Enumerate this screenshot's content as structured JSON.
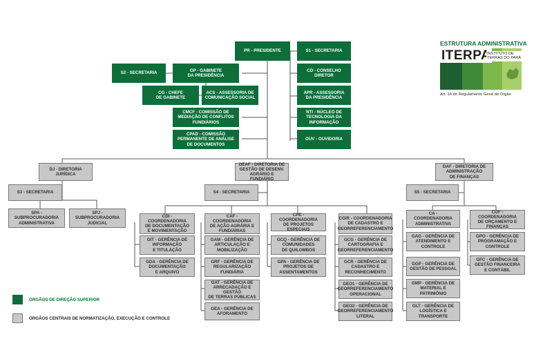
{
  "logo": {
    "title": "ESTRUTURA ADMINISTRATIVA",
    "name": "ITERPA",
    "subtitle": "INSTITUTO DE\nTERRAS DO PARÁ",
    "note": "Art. 16 do Regulamento Geral do Órgão"
  },
  "top": {
    "pr": "PR - PRESIDENTE",
    "s1": "S1 - SECRETARIA",
    "s2": "S2 - SECRETARIA",
    "gp": "GP - GABINETE\nDA PRESIDÊNCIA",
    "cd": "CD - CONSELHO\nDIRETOR",
    "cg": "CG - CHEFE\nDE GABINETE",
    "acs": "ACS - ASSESSORIA DE\nCOMUNICAÇÃO SOCIAL",
    "apr": "APR - ASSESSORIA\nDA PRESIDÊNCIA",
    "cmcf": "CMCF - COMISSÃO DE\nMEDIAÇÃO DE CONFLITOS\nFUNDIÁRIOS",
    "nti": "NTI - NÚCLEO DE\nTECNOLOGIA DA\nINFORMAÇÃO",
    "cpad": "CPAD - COMISSÃO\nPERMANENTE DE ANÁLISE\nDE DOCUMENTOS",
    "ouv": "OUV - OUVIDORIA"
  },
  "directorates": {
    "dj": "DJ - DIRETORIA\nJURÍDICA",
    "deaf": "DEAF - DIRETORIA DE\nGESTÃO DE DESENV.\nAGRÁRIO E FUNDIÁRIO",
    "daf": "DAF - DIRETORIA DE\nADMINISTRAÇÃO\nDE FINANÇAS",
    "s3": "S3 - SECRETARIA",
    "s4": "S4 - SECRETARIA",
    "s5": "S5 - SECRETARIA",
    "spa": "SPA - SUBPROCURADORIA\nADMINISTRATIVA",
    "spj": "SPJ - SUBPROCURADORIA\nJUDICIAL"
  },
  "deaf_units": {
    "cdi": "CDI - COORDENADORIA\nDE DOCUMENTAÇÃO\nE MOVIMENTAÇÃO",
    "git": "GIT - GERÊNCIA DE\nINFORMAÇÃO\nE TITULAÇÃO",
    "gda": "GDA - GERÊNCIA DE\nDOCUMENTAÇÃO\nE ARQUIVO",
    "caf": "CAF - COORDENADORIA\nDE AÇÃO AGRÁRIA E\nFUNDIÁRIAS",
    "gam": "GAM - GERÊNCIA DE\nARTICULAÇÃO E\nMOBILIZAÇÃO",
    "grf": "GRF - GERÊNCIA DE\nREGULARIZAÇÃO\nFUNDIÁRIA",
    "gat": "GAT - GERÊNCIA DE\nARRECADAÇÃO E GESTÃO\nDE TERRAS PÚBLICAS",
    "gea": "GEA - GERÊNCIA DE\nAFORAMENTO",
    "cpe": "CPE - COORDENADORIA\nDE PROJETOS ESPECIAIS",
    "gcq": "GCQ - GERÊNCIA DE\nCOMUNIDADES\nDE QUILOMBOS",
    "gpa": "GPA - GERÊNCIA DE\nPROJETOS DE\nASSENTAMENTOS",
    "cgir": "CGIR - COORDENADORIA\nDE CADASTRO E\nGEORREFERENCIAMENTO",
    "gcg": "GCG - GERÊNCIA DE\nCARTOGRAFIA E\nGEORREFERENCIAMENTO",
    "gcr": "GCR - GERÊNCIA DE\nCADASTRO E\nRECONHECIMENTO",
    "geo1": "GEO1 - GERÊNCIA DE\nGEORREFERENCIAMENTO\nOPERACIONAL",
    "geo2": "GEO2 - GERÊNCIA DE\nGEORREFERENCIAMENTO\nLITERAL"
  },
  "daf_units": {
    "ca": "CA - COORDENADORIA\nADMINISTRATIVA",
    "gag": "GAG - GERÊNCIA DE\nATENDIMENTO E\nCONTROLE",
    "ggp": "GGP - GERÊNCIA DE\nGESTÃO DE PESSOAL",
    "gmp": "GMP - GERÊNCIA DE\nMATERIAL E PATRIMÔNIO",
    "glt": "GLT - GERÊNCIA DE\nLOGÍSTICA E TRANSPORTE",
    "cof": "COF - COORDENADORIA\nDE ORÇAMENTO E\nFINANÇAS",
    "gpo": "GPO - GERÊNCIA DE\nPROGRAMAÇÃO E\nCONTROLE",
    "gfc": "GFC - GERÊNCIA DE\nGESTÃO FINANCEIRA\nE CONTÁBIL"
  },
  "legend": {
    "superior": "ÓRGÃOS DE DIREÇÃO SUPERIOR",
    "centrais": "ÓRGÃOS CENTRAIS DE NORMATIZAÇÃO, EXECUÇÃO E CONTROLE",
    "superior_color": "#0d6e3a",
    "centrais_color": "#c8c8c8"
  },
  "colors": {
    "green": "#0d6e3a",
    "gray": "#c8c8c8",
    "line": "#555555"
  }
}
